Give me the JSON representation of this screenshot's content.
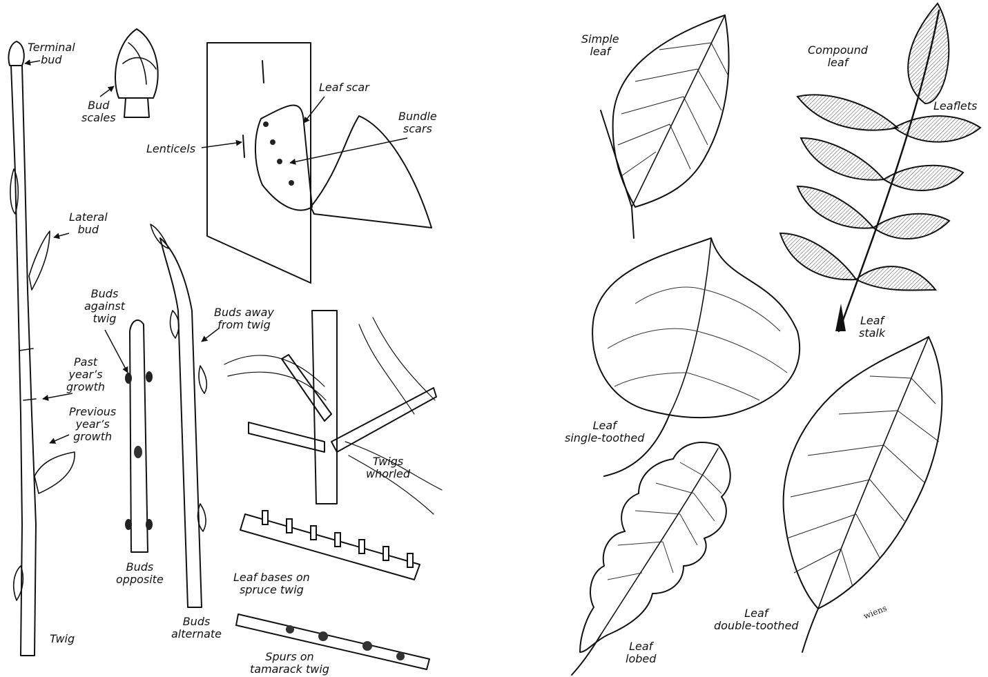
{
  "labels": {
    "terminal_bud": [
      "Terminal",
      "bud"
    ],
    "bud_scales": [
      "Bud",
      "scales"
    ],
    "leaf_scar": "Leaf scar",
    "bundle_scars": [
      "Bundle",
      "scars"
    ],
    "lenticels": "Lenticels",
    "lateral_bud": [
      "Lateral",
      "bud"
    ],
    "buds_against_twig": [
      "Buds",
      "against",
      "twig"
    ],
    "buds_away_from_twig": [
      "Buds away",
      "from twig"
    ],
    "past_years_growth": [
      "Past",
      "year’s",
      "growth"
    ],
    "previous_years_growth": [
      "Previous",
      "year’s",
      "growth"
    ],
    "twigs_whorled": [
      "Twigs",
      "whorled"
    ],
    "buds_opposite": [
      "Buds",
      "opposite"
    ],
    "leaf_bases_on_spruce_twig": [
      "Leaf bases on",
      "spruce twig"
    ],
    "twig": "Twig",
    "buds_alternate": [
      "Buds",
      "alternate"
    ],
    "spurs_on_tamarack_twig": [
      "Spurs on",
      "tamarack twig"
    ],
    "simple_leaf": [
      "Simple",
      "leaf"
    ],
    "compound_leaf": [
      "Compound",
      "leaf"
    ],
    "leaflets": "Leaflets",
    "leaf_stalk": [
      "Leaf",
      "stalk"
    ],
    "leaf_single_toothed": [
      "Leaf",
      "single-toothed"
    ],
    "leaf_lobed": [
      "Leaf",
      "lobed"
    ],
    "leaf_double_toothed": [
      "Leaf",
      "double-toothed"
    ]
  },
  "signature": "wiens"
}
